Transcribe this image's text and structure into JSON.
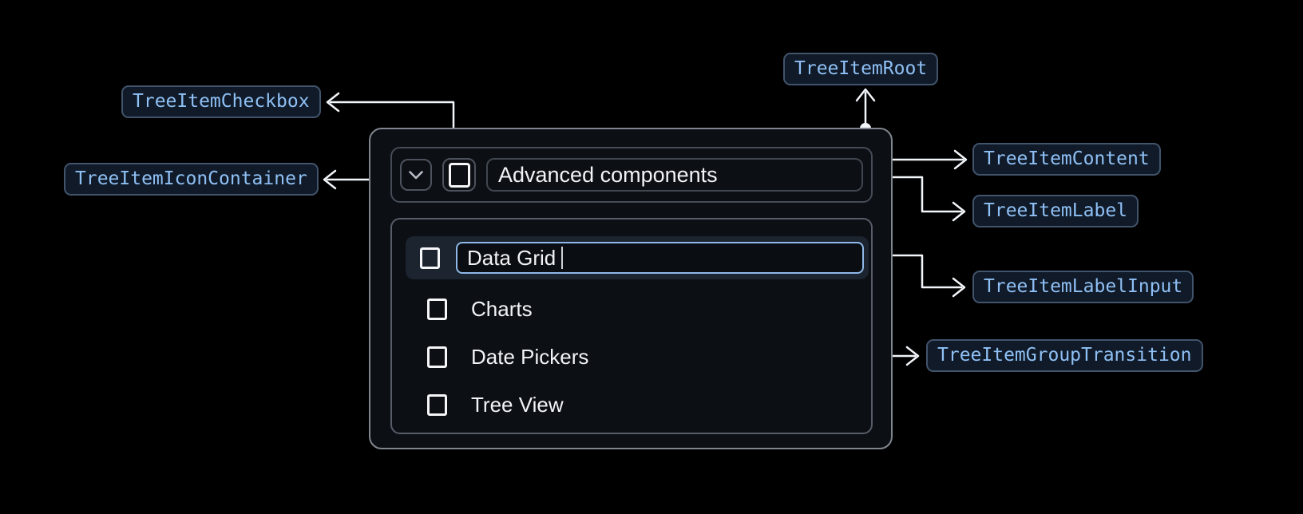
{
  "diagram": {
    "labels": {
      "root": "TreeItemRoot",
      "checkbox": "TreeItemCheckbox",
      "icon_container": "TreeItemIconContainer",
      "content": "TreeItemContent",
      "label": "TreeItemLabel",
      "label_input": "TreeItemLabelInput",
      "group_transition": "TreeItemGroupTransition"
    },
    "icons": {
      "expand": "chevron-down-icon",
      "checkbox": "checkbox-unchecked-icon"
    },
    "colors": {
      "page_bg": "#000000",
      "badge_bg": "#101a28",
      "badge_border": "#41546c",
      "badge_text": "#8fc0f5",
      "connector": "#f2f5f9",
      "card_bg": "#0c0f13",
      "card_border": "#80868f",
      "inner_border": "#4c535e",
      "row_highlight_bg": "#1c242f",
      "input_border": "#8fb9ea",
      "text": "#f1f3f6"
    }
  },
  "tree": {
    "parent": {
      "label": "Advanced components",
      "expanded": true,
      "checked": false
    },
    "editing_item": {
      "value": "Data Grid"
    },
    "children": [
      {
        "label": "Data Grid",
        "editing": true,
        "checked": false
      },
      {
        "label": "Charts",
        "editing": false,
        "checked": false
      },
      {
        "label": "Date Pickers",
        "editing": false,
        "checked": false
      },
      {
        "label": "Tree View",
        "editing": false,
        "checked": false
      }
    ]
  }
}
